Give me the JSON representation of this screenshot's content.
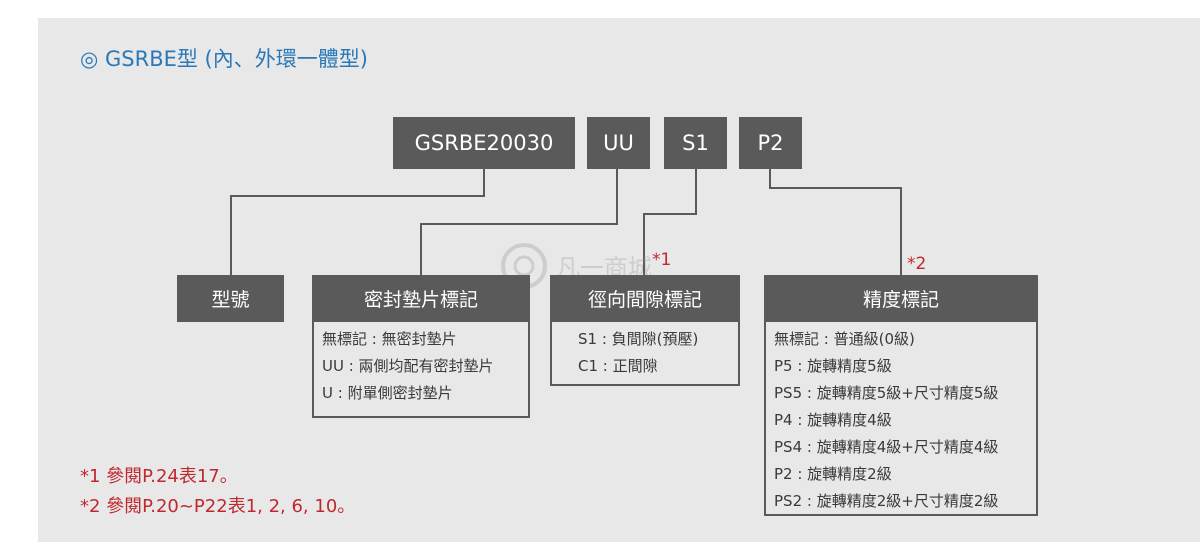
{
  "title": "◎ GSRBE型 (內、外環一體型)",
  "codes": [
    "GSRBE20030",
    "UU",
    "S1",
    "P2"
  ],
  "categories": [
    {
      "header": "型號",
      "mark": "",
      "items": []
    },
    {
      "header": "密封墊片標記",
      "mark": "",
      "items": [
        "無標記 : 無密封墊片",
        "UU : 兩側均配有密封墊片",
        "U : 附單側密封墊片"
      ]
    },
    {
      "header": "徑向間隙標記",
      "mark": "*1",
      "items": [
        "S1 : 負間隙(預壓)",
        "C1 : 正間隙"
      ]
    },
    {
      "header": "精度標記",
      "mark": "*2",
      "items": [
        "無標記 : 普通級(0級)",
        "P5 : 旋轉精度5級",
        "PS5 : 旋轉精度5級+尺寸精度5級",
        "P4 : 旋轉精度4級",
        "PS4 : 旋轉精度4級+尺寸精度4級",
        "P2 : 旋轉精度2級",
        "PS2 : 旋轉精度2級+尺寸精度2級"
      ]
    }
  ],
  "notes": [
    "*1 參閱P.24表17。",
    "*2 參閱P.20~P22表1, 2, 6, 10。"
  ],
  "watermark": "凡一商城",
  "colors": {
    "panel": "#e8e8e8",
    "box": "#5a5a5a",
    "title": "#2a78b8",
    "note": "#c0282e"
  }
}
